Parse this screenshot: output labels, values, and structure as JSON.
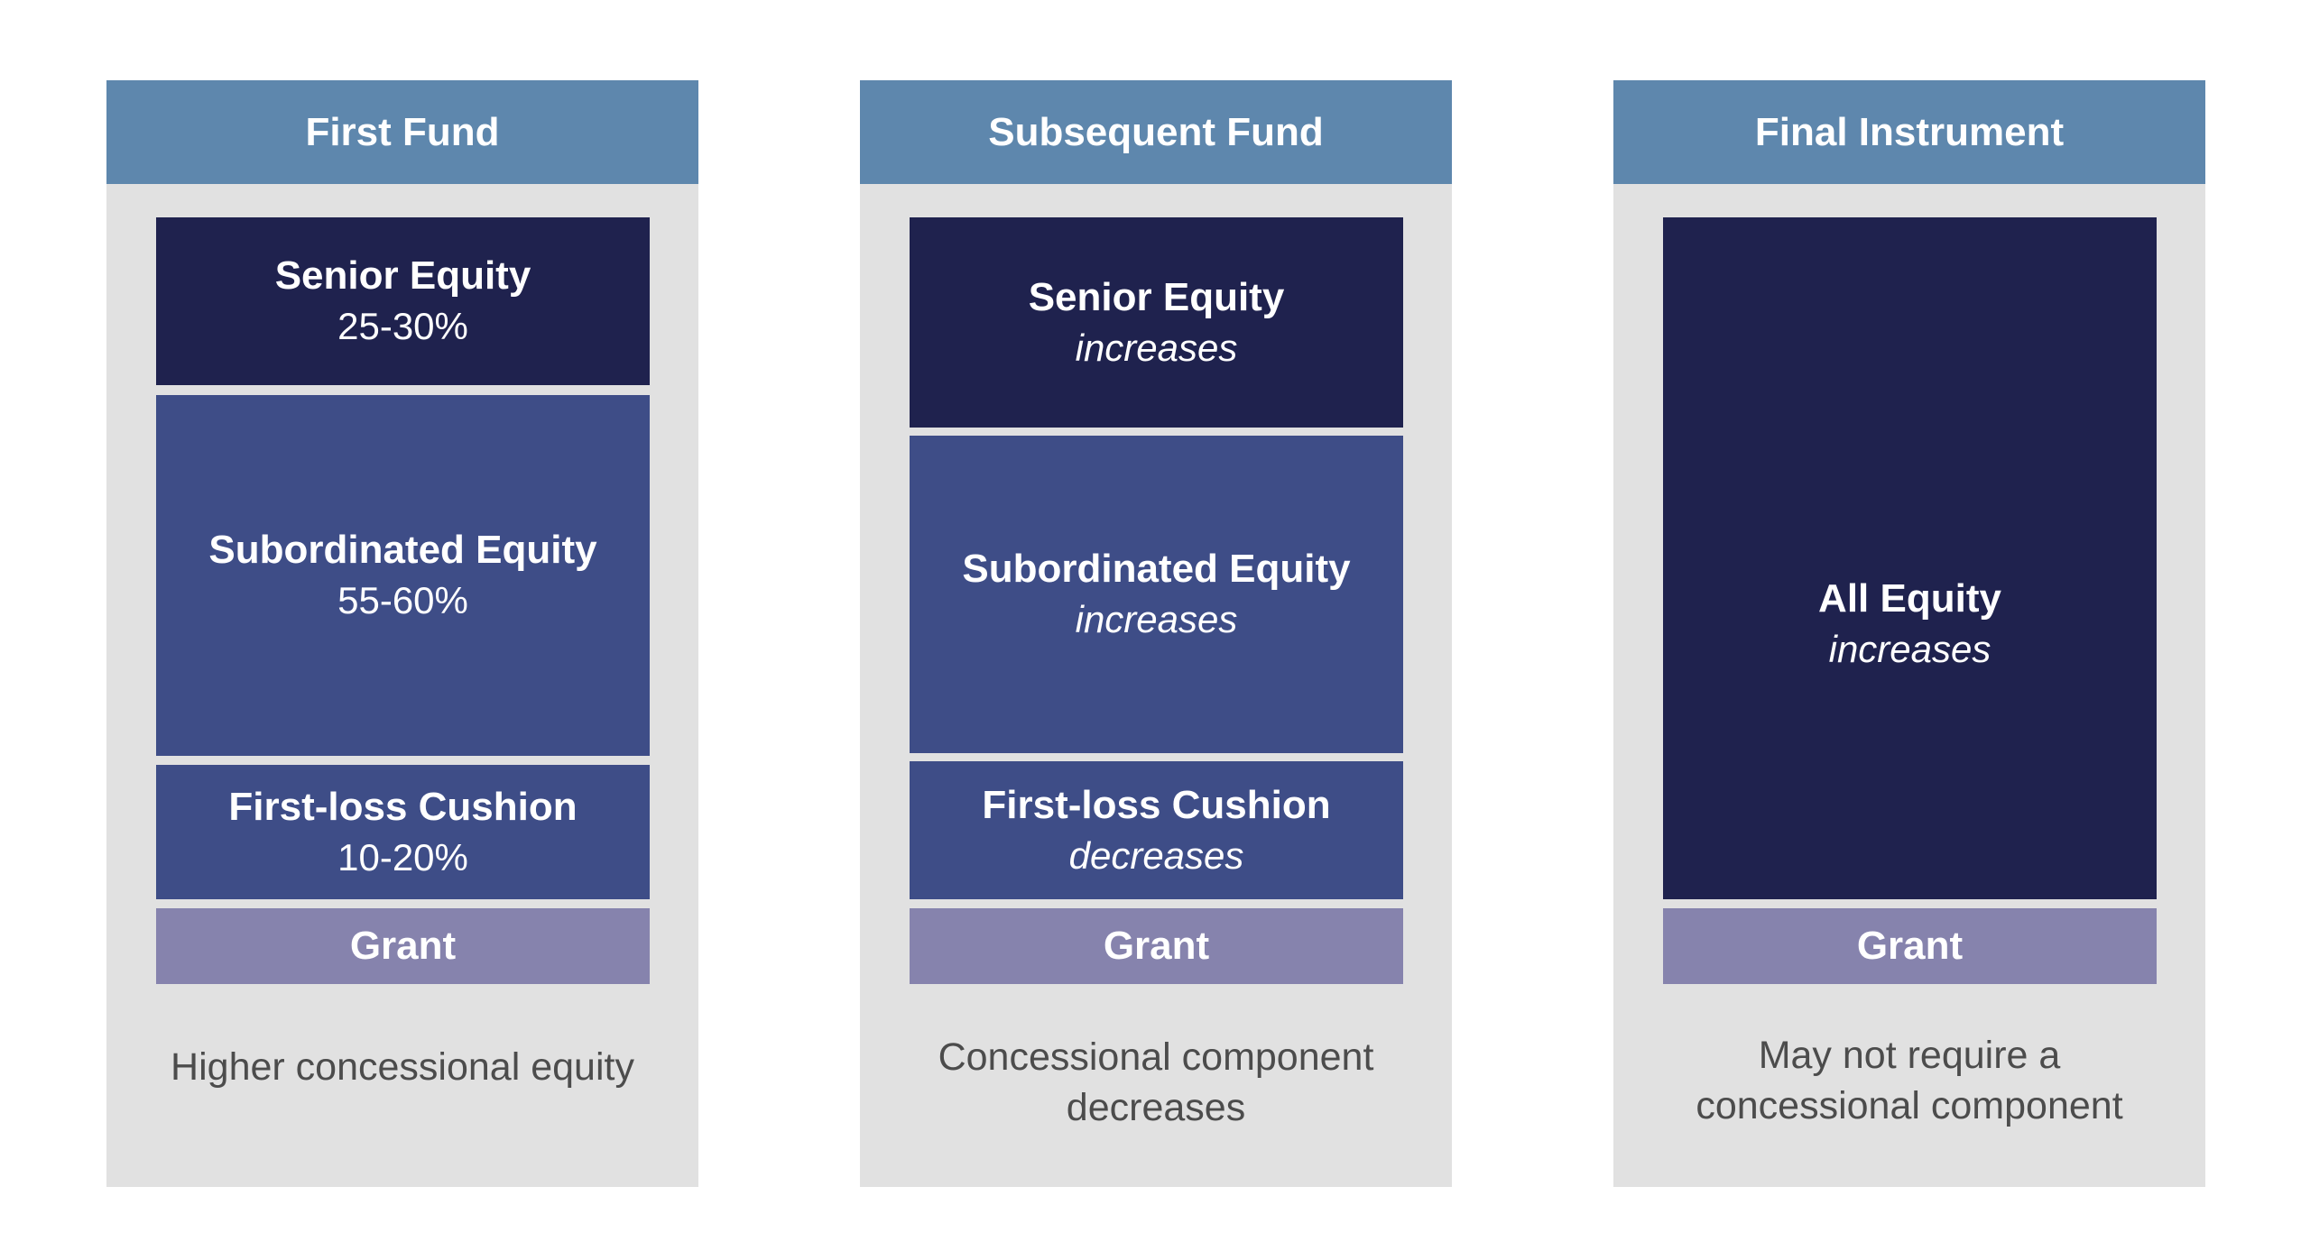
{
  "panels": [
    {
      "header": "First Fund",
      "blocks": [
        {
          "title": "Senior Equity",
          "value": "25-30%"
        },
        {
          "title": "Subordinated Equity",
          "value": "55-60%"
        },
        {
          "title": "First-loss Cushion",
          "value": "10-20%"
        },
        {
          "title": "Grant"
        }
      ],
      "footnote": [
        "Higher concessional equity"
      ]
    },
    {
      "header": "Subsequent Fund",
      "blocks": [
        {
          "title": "Senior Equity",
          "value": "increases"
        },
        {
          "title": "Subordinated Equity",
          "value": "increases"
        },
        {
          "title": "First-loss Cushion",
          "value": "decreases"
        },
        {
          "title": "Grant"
        }
      ],
      "footnote": [
        "Concessional component",
        "decreases"
      ]
    },
    {
      "header": "Final Instrument",
      "blocks": [
        {
          "title": "All Equity",
          "value": "increases"
        },
        {
          "title": "Grant"
        }
      ],
      "footnote": [
        "May not require a",
        "concessional component"
      ]
    }
  ],
  "colors": {
    "header": "#5e87ad",
    "panel_bg": "#e1e1e1",
    "senior_equity": "#1f224e",
    "subordinated_equity": "#3e4d87",
    "grant": "#8683ad",
    "footnote_text": "#4c4c4c"
  }
}
